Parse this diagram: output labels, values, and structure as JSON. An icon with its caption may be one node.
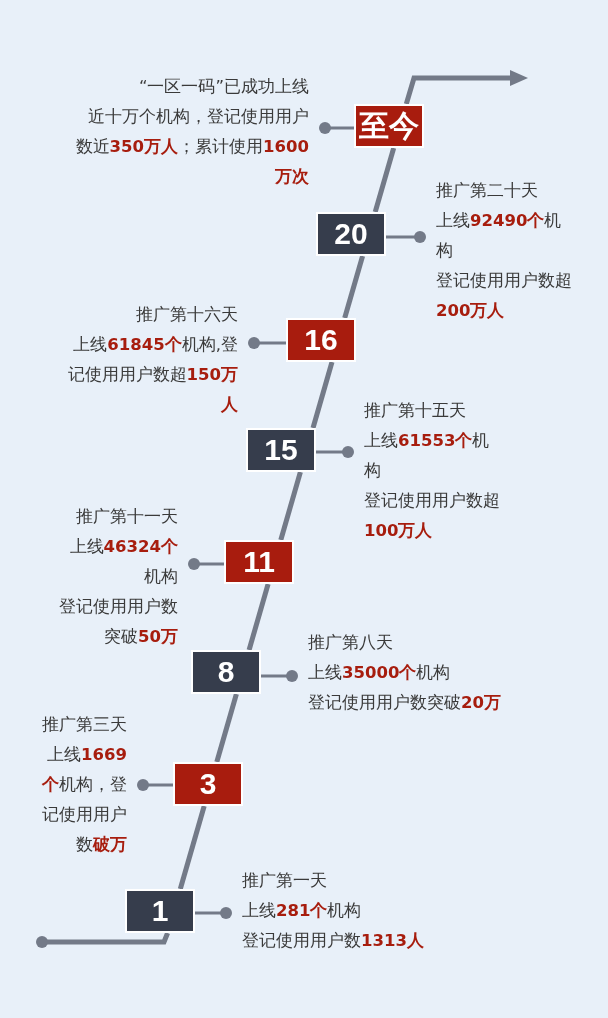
{
  "diagram": {
    "nodes": [
      {
        "text": [
          "“一区一码”已成功上线",
          "近十万个机构，登记使用用户数近**350万人**；累计使用**1600万次**"
        ]
      },
      {
        "text": [
          "至今"
        ]
      },
      {
        "text": [
          "20"
        ]
      },
      {
        "text": [
          "推广第二十天",
          "上线**92490个**机构",
          "登记使用用户数超**200万人**"
        ]
      },
      {
        "text": [
          "推广第十六天",
          "上线**61845个**机构,登记使用用户数超**150万人**"
        ]
      },
      {
        "text": [
          "16"
        ]
      },
      {
        "text": [
          "15"
        ]
      },
      {
        "text": [
          "推广第十五天",
          "上线**61553个**机构",
          "登记使用用户数超**100万人**"
        ]
      },
      {
        "text": [
          "推广第十一天",
          "上线**46324个**机构",
          "登记使用用户数突破**50万**"
        ]
      },
      {
        "text": [
          "11"
        ]
      },
      {
        "text": [
          "8"
        ]
      },
      {
        "text": [
          "推广第八天",
          "上线**35000个**机构",
          "登记使用用户数突破**20万**"
        ]
      },
      {
        "text": [
          "推广第三天",
          "上线**1669个**机构，登记使用用户数**破万**"
        ]
      },
      {
        "text": [
          "3"
        ]
      },
      {
        "text": [
          "1"
        ]
      },
      {
        "text": [
          "推广第一天",
          "上线**281个**机构",
          "登记使用用户数**1313人**"
        ]
      }
    ],
    "edges": [
      {
        "from": null,
        "to": 14,
        "arrow": "other"
      },
      {
        "from": 14,
        "to": 13,
        "arrow": "none"
      },
      {
        "from": 13,
        "to": 10,
        "arrow": "none"
      },
      {
        "from": 10,
        "to": 9,
        "arrow": "none"
      },
      {
        "from": 9,
        "to": 6,
        "arrow": "none"
      },
      {
        "from": 6,
        "to": 5,
        "arrow": "none"
      },
      {
        "from": 5,
        "to": 2,
        "arrow": "none"
      },
      {
        "from": 2,
        "to": 1,
        "arrow": "none"
      },
      {
        "from": 1,
        "to": null,
        "arrow": "to"
      },
      {
        "from": 0,
        "to": 1,
        "arrow": "other"
      },
      {
        "from": 3,
        "to": 2,
        "arrow": "other"
      },
      {
        "from": 4,
        "to": 5,
        "arrow": "other"
      },
      {
        "from": 7,
        "to": 6,
        "arrow": "other"
      },
      {
        "from": 8,
        "to": 9,
        "arrow": "other"
      },
      {
        "from": 11,
        "to": 10,
        "arrow": "other"
      },
      {
        "from": 12,
        "to": 13,
        "arrow": "other"
      },
      {
        "from": 15,
        "to": 14,
        "arrow": "other"
      }
    ]
  }
}
